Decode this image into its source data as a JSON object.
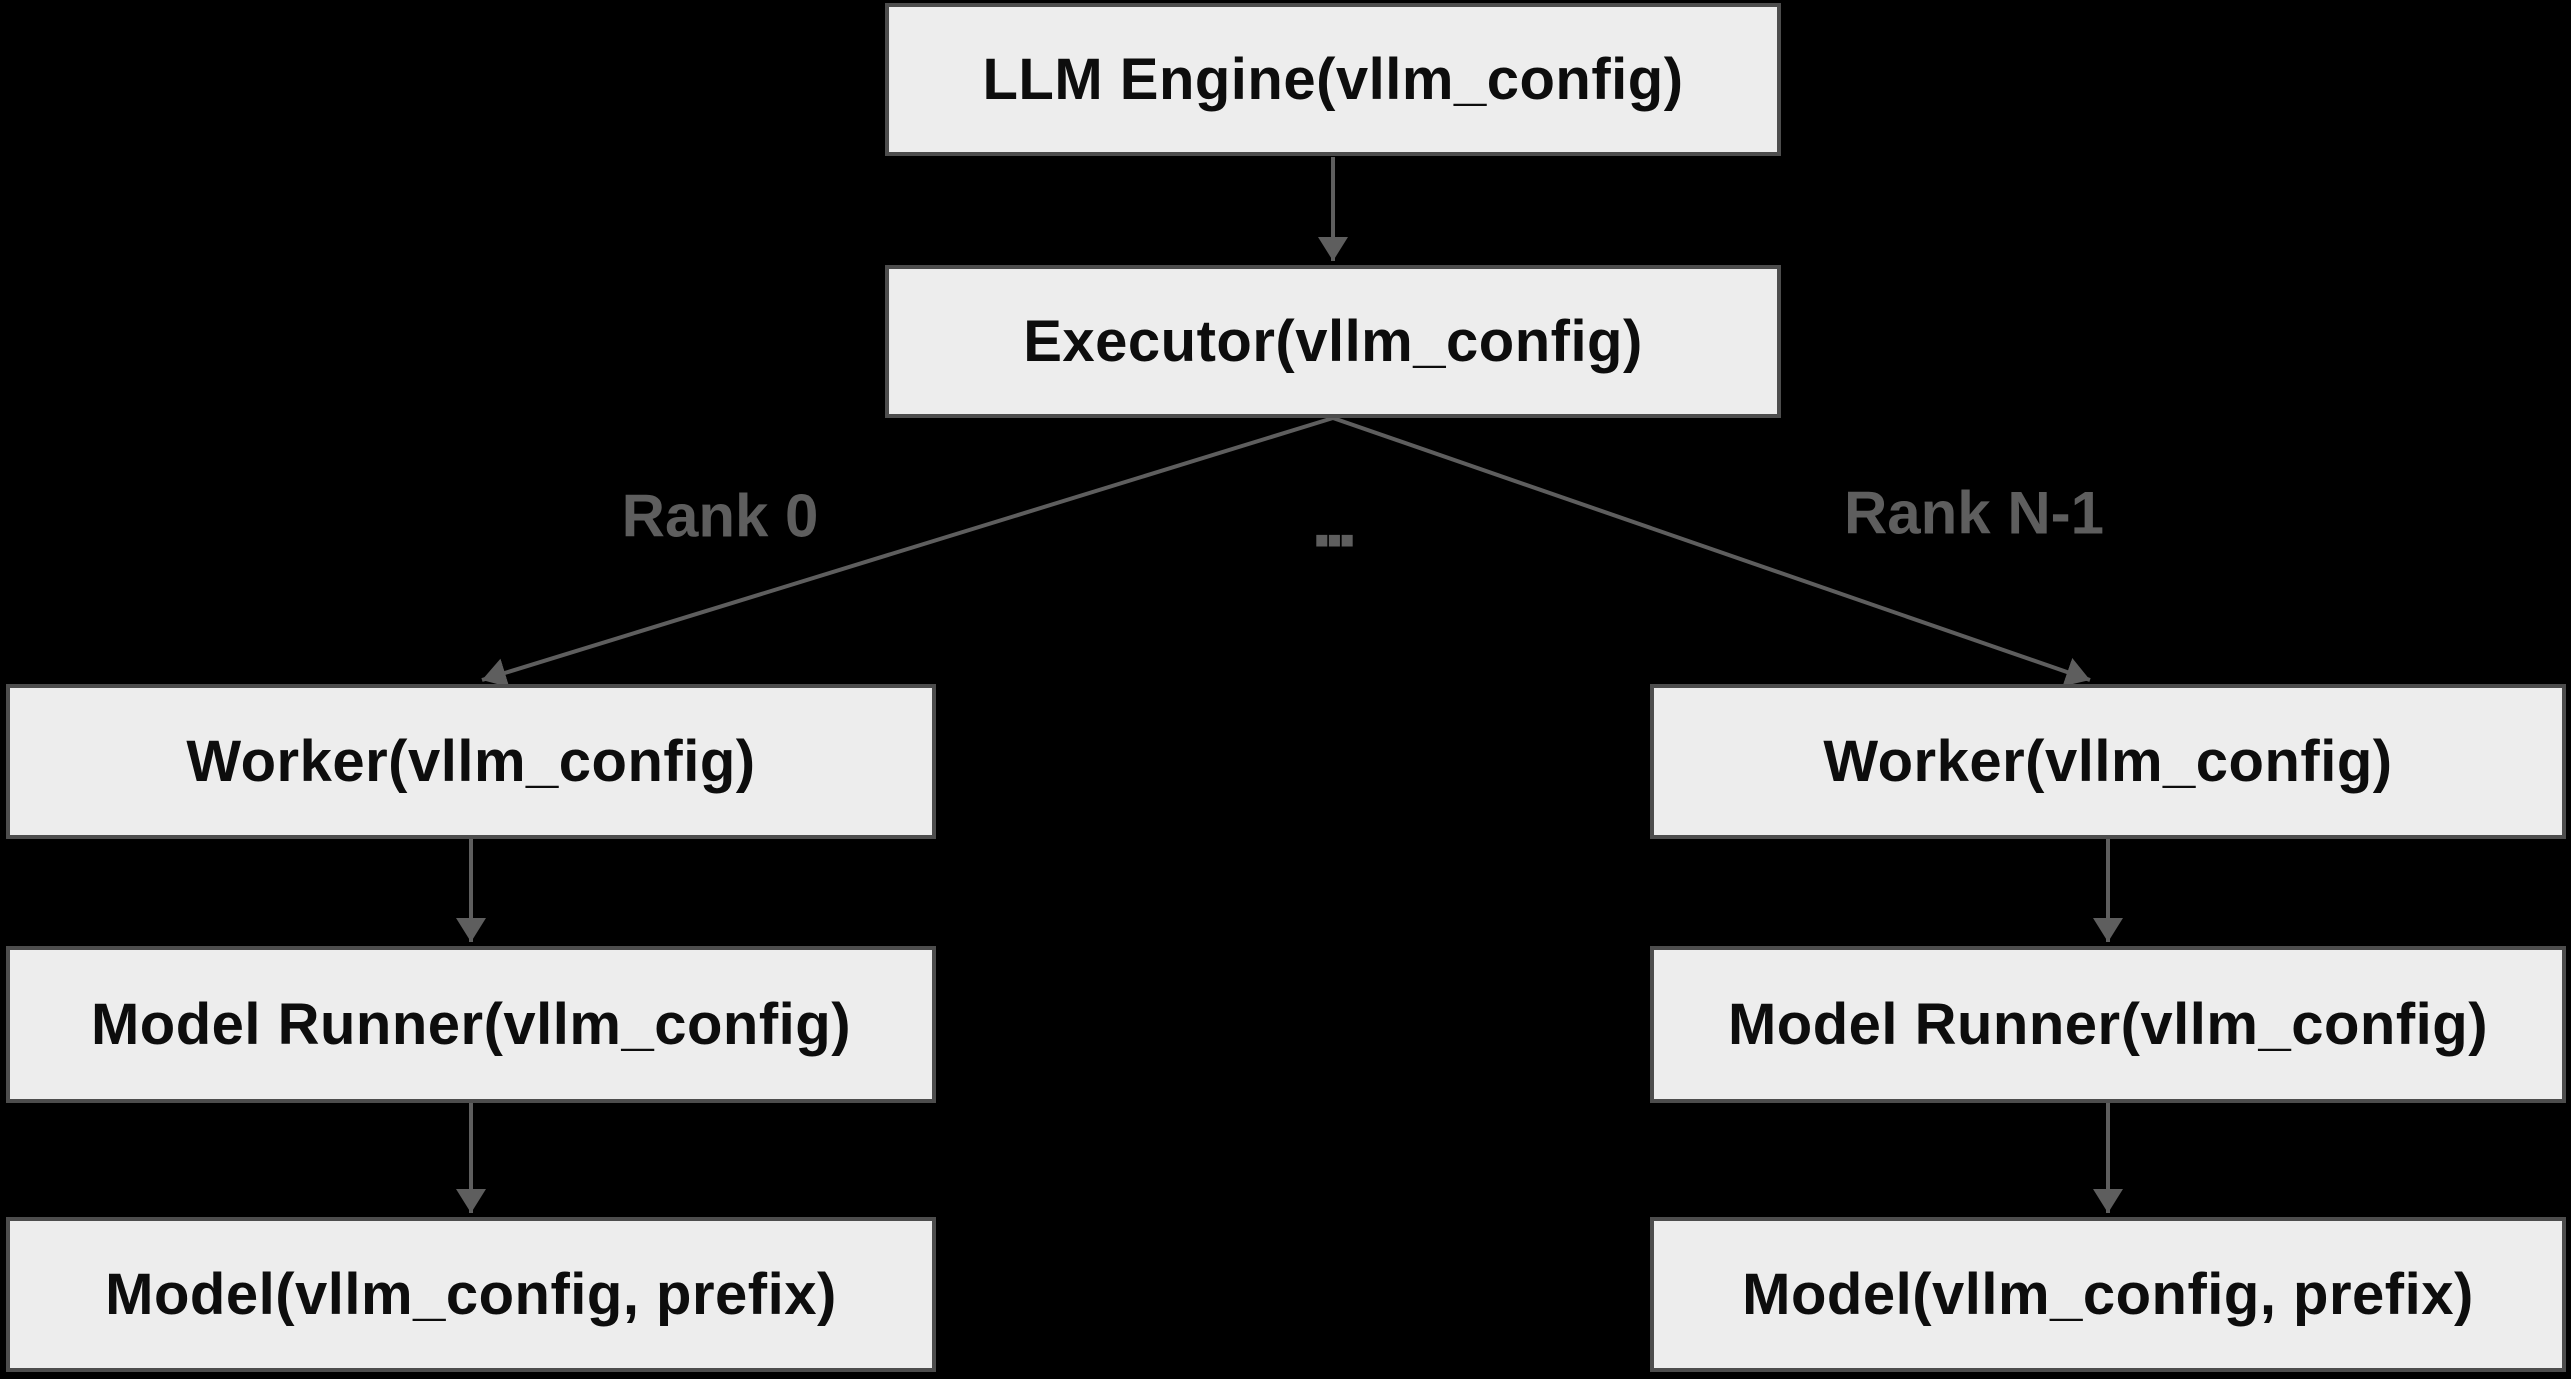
{
  "diagram": {
    "title_semantic": "vLLM engine-executor-worker architecture flowchart",
    "colors": {
      "background": "#000000",
      "box_fill": "#ededed",
      "box_border": "#4d4d4d",
      "box_text": "#0d0d0d",
      "connector": "#5e5e5e",
      "edge_label_text": "#5e5e5e"
    },
    "nodes": [
      {
        "id": "llm-engine",
        "label": "LLM Engine(vllm_config)"
      },
      {
        "id": "executor",
        "label": "Executor(vllm_config)"
      },
      {
        "id": "worker-rank0",
        "label": "Worker(vllm_config)"
      },
      {
        "id": "model-runner-rank0",
        "label": "Model Runner(vllm_config)"
      },
      {
        "id": "model-rank0",
        "label": "Model(vllm_config, prefix)"
      },
      {
        "id": "worker-rankn",
        "label": "Worker(vllm_config)"
      },
      {
        "id": "model-runner-rankn",
        "label": "Model Runner(vllm_config)"
      },
      {
        "id": "model-rankn",
        "label": "Model(vllm_config, prefix)"
      }
    ],
    "edge_labels": {
      "left": "Rank 0",
      "ellipsis": "...",
      "right": "Rank N-1"
    },
    "edges": [
      {
        "from": "llm-engine",
        "to": "executor"
      },
      {
        "from": "executor",
        "to": "worker-rank0",
        "label": "Rank 0"
      },
      {
        "from": "executor",
        "to": "worker-rankn",
        "label": "Rank N-1"
      },
      {
        "from": "worker-rank0",
        "to": "model-runner-rank0"
      },
      {
        "from": "model-runner-rank0",
        "to": "model-rank0"
      },
      {
        "from": "worker-rankn",
        "to": "model-runner-rankn"
      },
      {
        "from": "model-runner-rankn",
        "to": "model-rankn"
      }
    ]
  }
}
